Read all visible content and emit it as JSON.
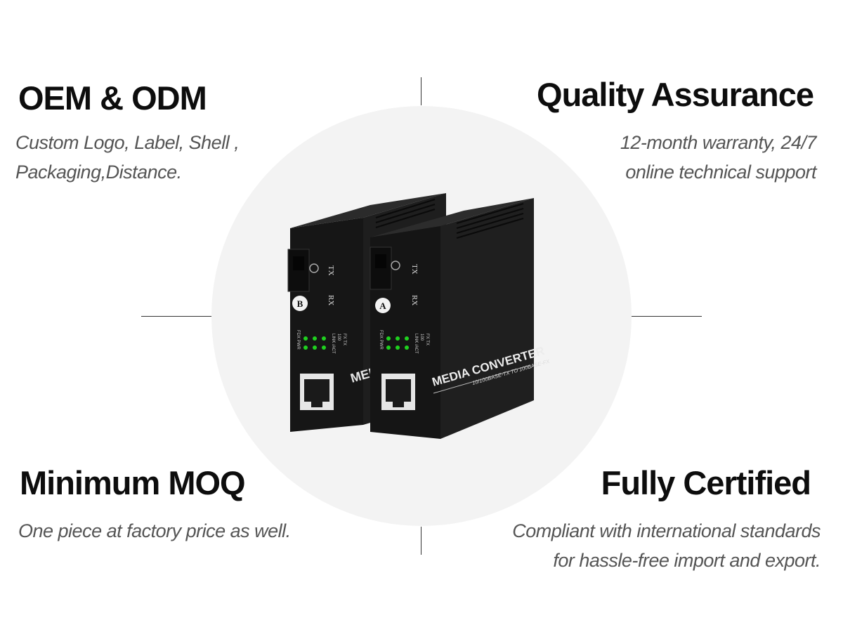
{
  "sections": {
    "oem": {
      "title": "OEM & ODM",
      "lines": [
        "Custom Logo, Label, Shell ,",
        "Packaging,Distance."
      ]
    },
    "quality": {
      "title": "Quality Assurance",
      "lines": [
        "12-month warranty, 24/7",
        "online technical support"
      ]
    },
    "moq": {
      "title": "Minimum MOQ",
      "lines": [
        "One piece at factory price as well."
      ]
    },
    "certified": {
      "title": "Fully Certified",
      "lines": [
        "Compliant with international standards",
        "for hassle-free import and export."
      ]
    }
  },
  "product": {
    "icon": "media-converter-pair-image",
    "unit_b": {
      "badge": "B",
      "port_tx": "TX",
      "port_rx": "RX",
      "led_left": "FDX PWR",
      "led_mid": "LINK /ACT",
      "led_right": "100",
      "led_fx": "FX TX",
      "body_label": "MED"
    },
    "unit_a": {
      "badge": "A",
      "port_tx": "TX",
      "port_rx": "RX",
      "led_left": "FDX PWR",
      "led_mid": "LINK /ACT",
      "led_right": "100",
      "led_fx": "FX TX",
      "body_label": "MEDIA CONVERTER",
      "sub_label": "10/100BASE-TX TO 100BASE-FX"
    },
    "colors": {
      "body": "#1f1f1f",
      "top": "#2a2a2a",
      "face": "#141414",
      "led": "#1fd11f"
    }
  }
}
